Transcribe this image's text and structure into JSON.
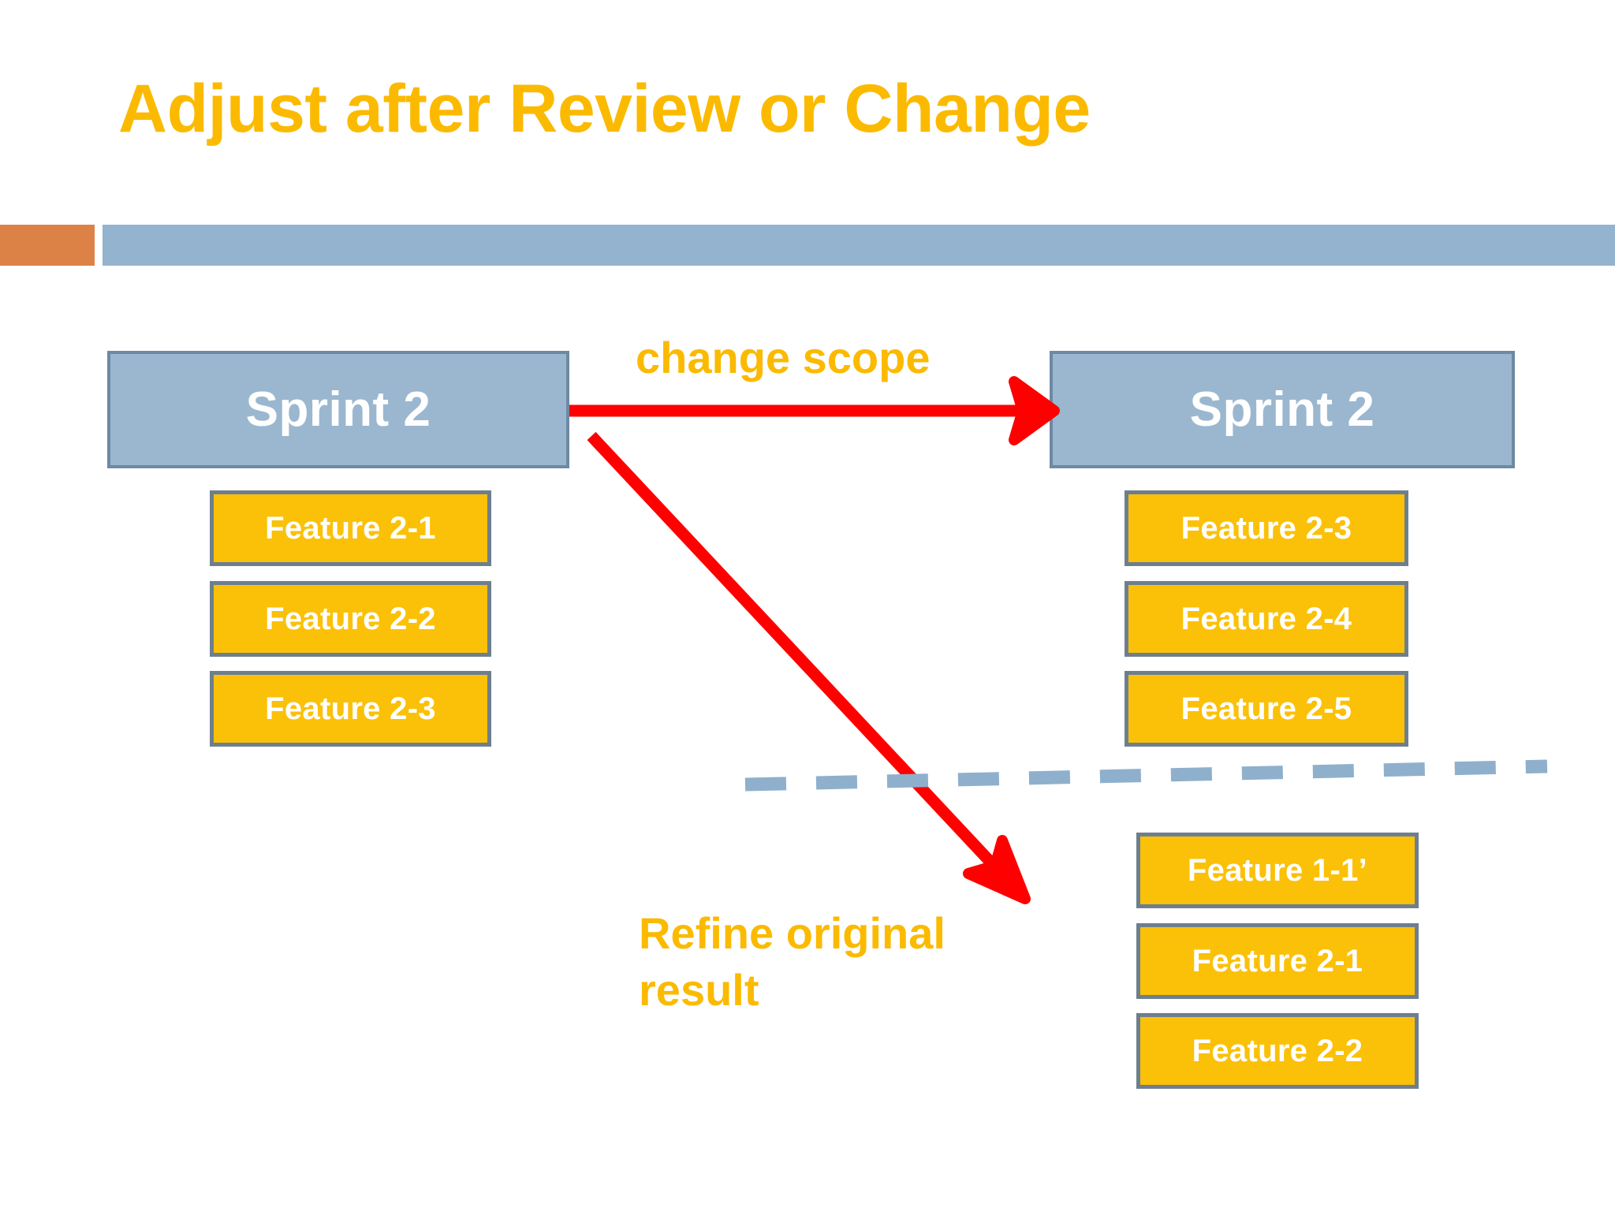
{
  "slide": {
    "title": "Adjust after Review or Change",
    "theme": {
      "title_color": "#FBBA00",
      "accent_orange": "#DD8247",
      "accent_blue": "#94B3CE",
      "sprint_box_fill": "#9BB7D0",
      "sprint_box_border": "#6E89A3",
      "feature_fill": "#FBC108",
      "feature_border": "#6D7F8E",
      "arrow_color": "#FF0000",
      "dashed_line_color": "#8FB0CC",
      "text_on_box": "#FFFFFF"
    }
  },
  "diagram": {
    "left_sprint": {
      "header": "Sprint 2",
      "features": [
        "Feature 2-1",
        "Feature 2-2",
        "Feature 2-3"
      ]
    },
    "right_sprint": {
      "header": "Sprint 2",
      "features": [
        "Feature 2-3",
        "Feature 2-4",
        "Feature 2-5"
      ],
      "below_divider_features": [
        "Feature 1-1’",
        "Feature 2-1",
        "Feature 2-2"
      ]
    },
    "annotations": {
      "change_scope": "change scope",
      "refine_original_result": "Refine original result"
    },
    "connectors": [
      {
        "name": "change-scope-arrow",
        "kind": "straight-arrow",
        "color": "#FF0000",
        "from": "left-sprint-box",
        "to": "right-sprint-box"
      },
      {
        "name": "refine-original-arrow",
        "kind": "diagonal-arrow",
        "color": "#FF0000",
        "from": "left-sprint-box",
        "to": "below-divider-group"
      },
      {
        "name": "scope-divider",
        "kind": "dashed-line",
        "color": "#8FB0CC"
      }
    ]
  }
}
